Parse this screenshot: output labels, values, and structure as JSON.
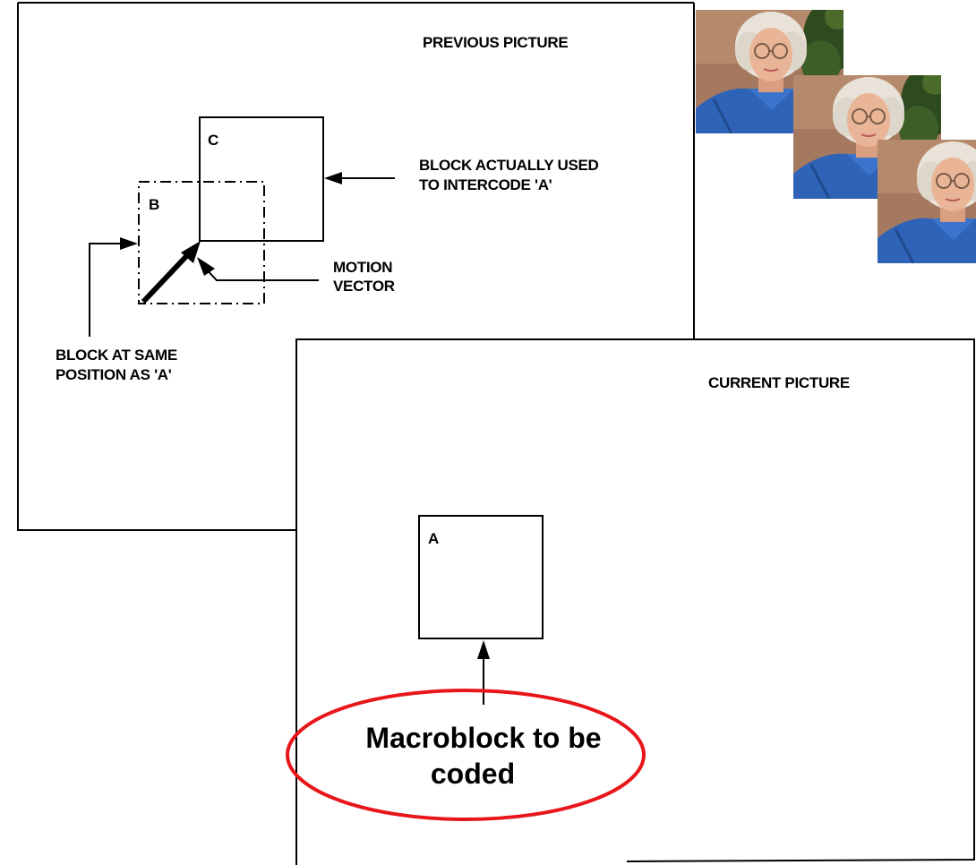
{
  "previous_picture": {
    "title": "PREVIOUS PICTURE",
    "block_b_label": "B",
    "block_c_label": "C",
    "annotation_block_used": [
      "BLOCK ACTUALLY USED",
      "TO INTERCODE 'A'"
    ],
    "annotation_motion_vector": [
      "MOTION",
      "VECTOR"
    ],
    "annotation_same_position": [
      "BLOCK AT SAME",
      "POSITION AS 'A'"
    ]
  },
  "current_picture": {
    "title": "CURRENT PICTURE",
    "block_a_label": "A",
    "callout": [
      "Macroblock to be",
      "coded"
    ],
    "callout_color": "#e8161b"
  },
  "photo_thumbnails": {
    "count": 3,
    "subject": "portrait of elderly woman in blue blouse",
    "colors": {
      "background": "#a0735a",
      "hair": "#e8e2d8",
      "face": "#e9b596",
      "blouse": "#2f63b8",
      "plant": "#2e4a1f"
    }
  }
}
